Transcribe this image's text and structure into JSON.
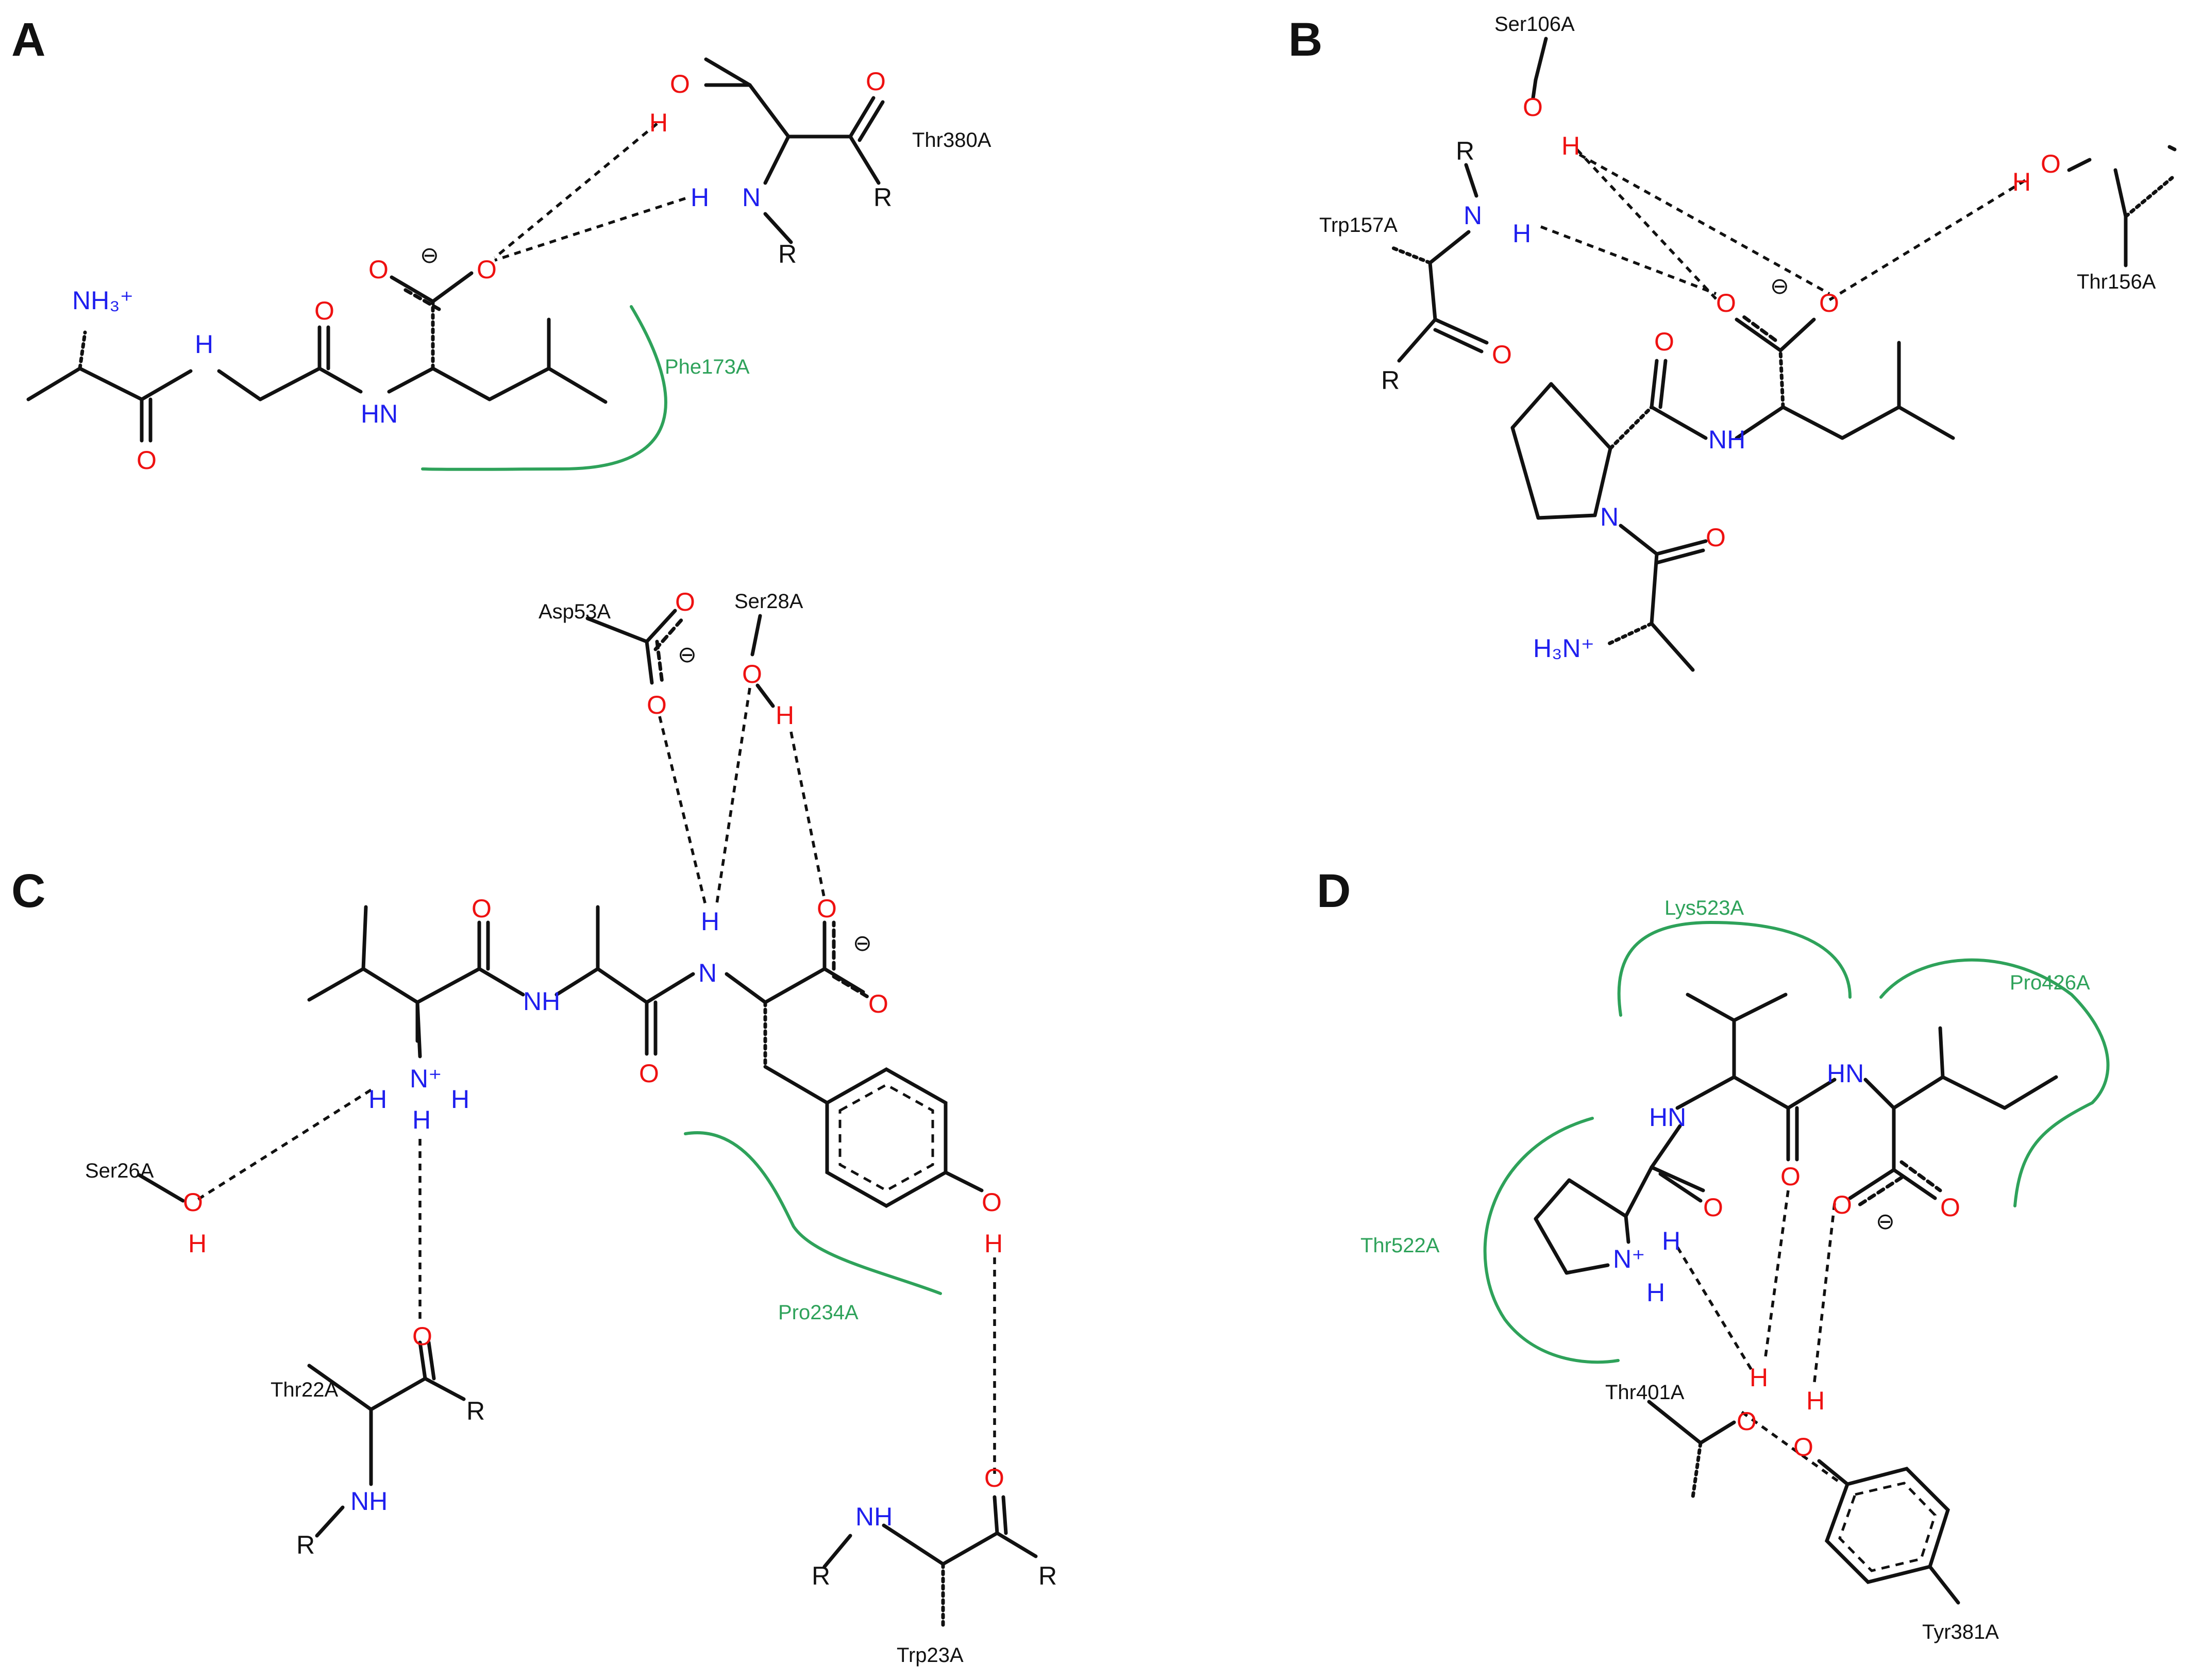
{
  "panels": [
    {
      "letter": "A",
      "residues": [
        "Thr380A"
      ],
      "hydrophobic": [
        "Phe173A"
      ],
      "ligand_atoms": {
        "NH3": "NH₃⁺",
        "NH1": "H",
        "NH2": "HN",
        "O1": "O",
        "O2": "O",
        "Oc1": "O",
        "Oc2": "O",
        "charge": "⊖"
      },
      "protein_atoms": {
        "O_thr": "O",
        "H_thr": "H",
        "H_nh": "H",
        "N_nh": "N",
        "O_co": "O",
        "R1": "R",
        "R2": "R"
      }
    },
    {
      "letter": "B",
      "residues": [
        "Ser106A",
        "Trp157A",
        "Thr156A"
      ],
      "hydrophobic": [],
      "ligand_atoms": {
        "NH3": "H₃N⁺",
        "N_pro": "N",
        "O1": "O",
        "O2": "O",
        "NH": "NH",
        "Oc1": "O",
        "Oc2": "O",
        "charge": "⊖"
      },
      "protein_atoms": {
        "O_ser": "O",
        "H_ser": "H",
        "R_trp": "R",
        "N_trp": "N",
        "H_trp": "H",
        "O_trp": "O",
        "R_trp2": "R",
        "H_thr": "H",
        "O_thr": "O"
      }
    },
    {
      "letter": "C",
      "residues": [
        "Asp53A",
        "Ser28A",
        "Ser26A",
        "Thr22A",
        "Trp23A"
      ],
      "hydrophobic": [
        "Pro234A"
      ],
      "ligand_atoms": {
        "O1": "O",
        "NH": "NH",
        "O2": "O",
        "N": "N",
        "H_n": "H",
        "Oc1": "O",
        "Oc2": "O",
        "charge": "⊖",
        "N3": "N⁺",
        "H_a": "H",
        "H_b": "H",
        "H_c": "H",
        "O_oh": "O",
        "H_oh": "H"
      },
      "protein_atoms": {
        "O_asp1": "O",
        "O_asp2": "O",
        "asp_charge": "⊖",
        "O_ser28": "O",
        "H_ser28": "H",
        "O_ser26": "O",
        "H_ser26": "H",
        "O_thr": "O",
        "R_thr": "R",
        "NH_thr": "NH",
        "R_thr2": "R",
        "O_trp": "O",
        "NH_trp": "NH",
        "R_trp1": "R",
        "R_trp2": "R"
      }
    },
    {
      "letter": "D",
      "residues": [
        "Thr401A",
        "Tyr381A"
      ],
      "hydrophobic": [
        "Lys523A",
        "Pro426A",
        "Thr522A"
      ],
      "ligand_atoms": {
        "HN1": "HN",
        "HN2": "HN",
        "O1": "O",
        "O2": "O",
        "N_pro": "N⁺",
        "H_a": "H",
        "H_b": "H",
        "Oc1": "O",
        "Oc2": "O",
        "charge": "⊖"
      },
      "protein_atoms": {
        "H_thr": "H",
        "O_thr": "O",
        "H_tyr": "H",
        "O_tyr": "O"
      }
    }
  ]
}
